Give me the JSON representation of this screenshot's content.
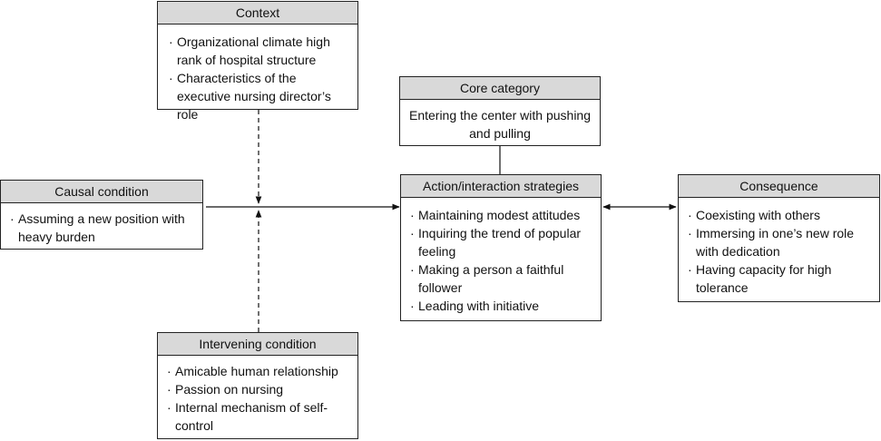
{
  "context": {
    "title": "Context",
    "items": [
      "Organizational climate high rank of hospital structure",
      "Characteristics of the executive nursing director’s role"
    ]
  },
  "core": {
    "title": "Core category",
    "text": "Entering the center with pushing and pulling"
  },
  "causal": {
    "title": "Causal condition",
    "items": [
      "Assuming a new position with heavy burden"
    ]
  },
  "strategies": {
    "title": "Action/interaction strategies",
    "items": [
      "Maintaining modest attitudes",
      "Inquiring the trend of popular feeling",
      "Making a person a faithful follower",
      "Leading with initiative"
    ]
  },
  "consequence": {
    "title": "Consequence",
    "items": [
      "Coexisting with others",
      "Immersing in one’s new role with dedication",
      "Having capacity for high tolerance"
    ]
  },
  "intervening": {
    "title": "Intervening condition",
    "items": [
      "Amicable human relationship",
      "Passion on nursing",
      "Internal mechanism of self-control"
    ]
  }
}
